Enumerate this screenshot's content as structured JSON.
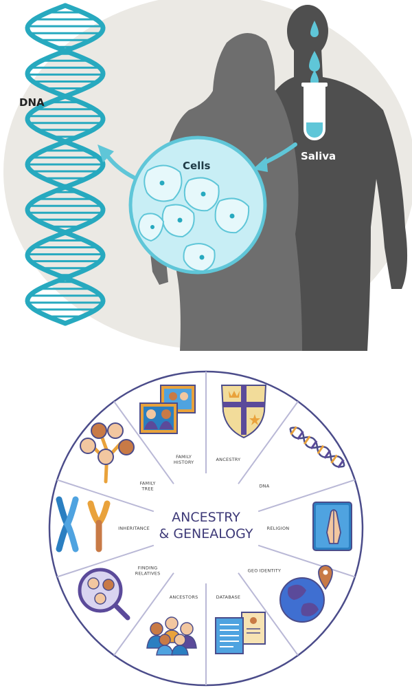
{
  "top_diagram": {
    "labels": {
      "dna": "DNA",
      "cells": "Cells",
      "saliva": "Saliva"
    },
    "colors": {
      "dna_strand": "#27a9bf",
      "silhouette_front": "#6e6e6e",
      "silhouette_back": "#4f4f4f",
      "background_ellipse": "#ebe9e4",
      "cell_circle": "#c8eef5",
      "arrow": "#5fc6d8"
    }
  },
  "wheel": {
    "center_title_line1": "ANCESTRY",
    "center_title_line2": "& GENEALOGY",
    "segments": [
      {
        "label_lines": [
          "ANCESTRY"
        ],
        "icon": "shield-crest-icon"
      },
      {
        "label_lines": [
          "DNA"
        ],
        "icon": "dna-helix-icon"
      },
      {
        "label_lines": [
          "RELIGION"
        ],
        "icon": "praying-hands-book-icon"
      },
      {
        "label_lines": [
          "GEO IDENTITY"
        ],
        "icon": "globe-pin-icon"
      },
      {
        "label_lines": [
          "DATABASE"
        ],
        "icon": "documents-icon"
      },
      {
        "label_lines": [
          "ANCESTORS"
        ],
        "icon": "people-group-icon"
      },
      {
        "label_lines": [
          "FINDING",
          "RELATIVES"
        ],
        "icon": "magnifier-faces-icon"
      },
      {
        "label_lines": [
          "INHERITANCE"
        ],
        "icon": "chromosomes-icon"
      },
      {
        "label_lines": [
          "FAMILY",
          "TREE"
        ],
        "icon": "family-tree-icon"
      },
      {
        "label_lines": [
          "FAMILY",
          "HISTORY"
        ],
        "icon": "portrait-frames-icon"
      }
    ],
    "colors": {
      "outline": "#4b4c8a",
      "divider": "#b9b8d6"
    }
  }
}
